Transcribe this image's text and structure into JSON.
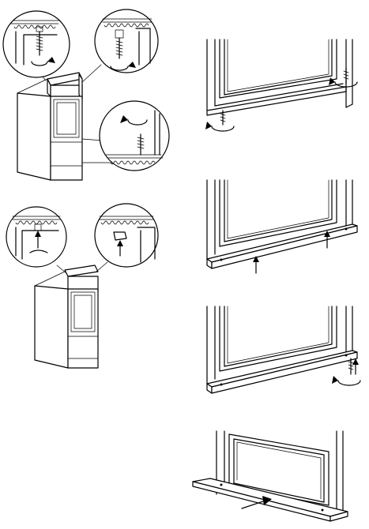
{
  "page": {
    "title": "",
    "background": "#ffffff",
    "ink": "#000000"
  },
  "figures": [
    {
      "id": "fig-a",
      "depicts": "tall-cabinet-with-door-hinge-screw-detail-callouts",
      "icons": [
        "rotate-arrow-icon",
        "screw-icon"
      ]
    },
    {
      "id": "fig-b",
      "depicts": "tall-cabinet-with-bracket-detail-callouts",
      "icons": [
        "up-arrow-icon",
        "bracket-icon"
      ]
    },
    {
      "id": "fig-c",
      "depicts": "door-bottom-corner-screw-removal",
      "icons": [
        "rotate-arrow-icon",
        "screw-icon"
      ]
    },
    {
      "id": "fig-d",
      "depicts": "door-bottom-cover-strip-lift",
      "icons": [
        "up-arrow-icon"
      ]
    },
    {
      "id": "fig-e",
      "depicts": "door-bottom-cover-strip-screw-fix",
      "icons": [
        "rotate-arrow-icon",
        "up-arrow-icon",
        "screw-icon"
      ]
    },
    {
      "id": "fig-f",
      "depicts": "door-bottom-cover-strip-slide-in",
      "icons": [
        "push-arrow-icon"
      ]
    }
  ]
}
